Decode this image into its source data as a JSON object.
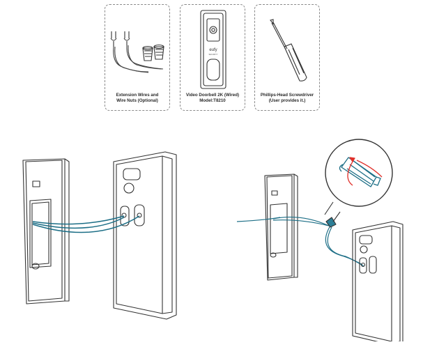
{
  "items": [
    {
      "label_line1": "Extension Wires and",
      "label_line2": "Wire Nuts (Optional)"
    },
    {
      "label_line1": "Video Doorbell 2K (Wired)",
      "label_line2": "Model:T8210"
    },
    {
      "label_line1": "Phillips-Head Screwdriver",
      "label_line2": "(User provides it.)"
    }
  ],
  "device": {
    "logo_text": "eufy",
    "logo_subtext": "SECURITY"
  },
  "colors": {
    "wire": "#1c6e86",
    "outline": "#333333",
    "arrow": "#e0302a",
    "dash": "#8a8a8a"
  }
}
